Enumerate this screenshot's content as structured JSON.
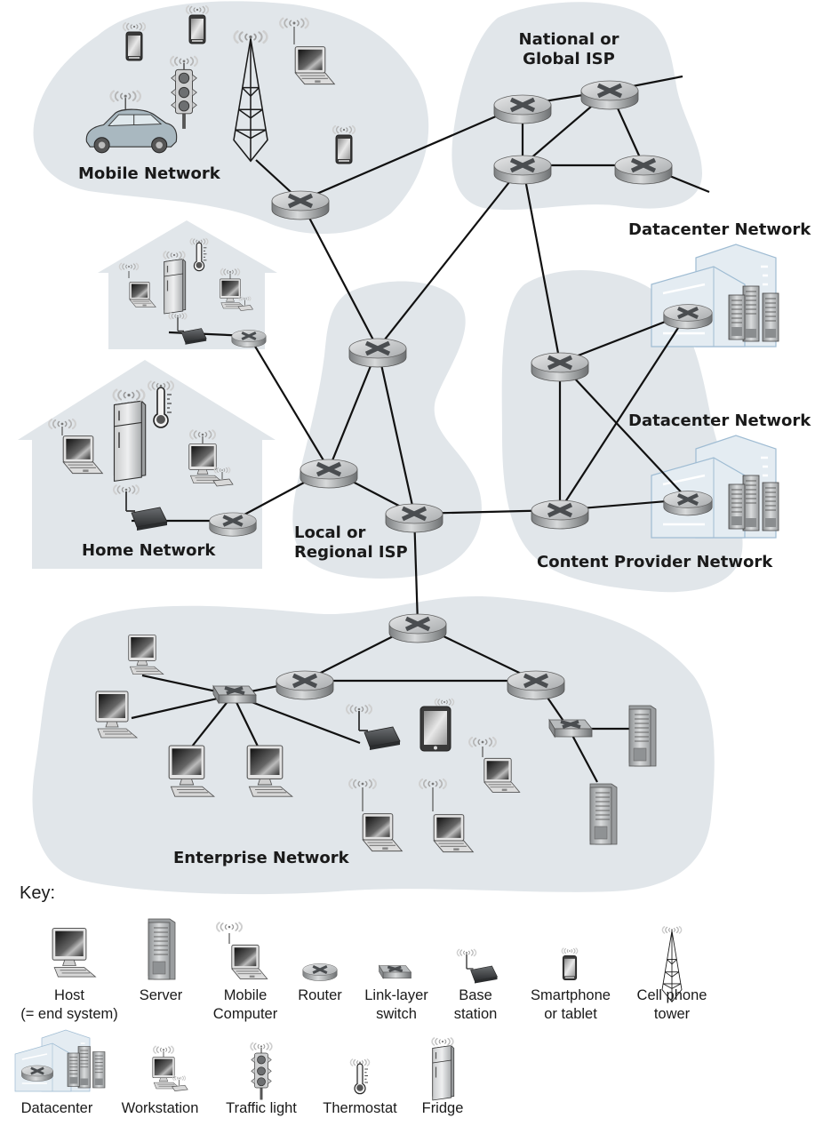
{
  "title": "Internet network components diagram",
  "colors": {
    "cloud": "#e1e6ea",
    "link": "#111111",
    "router": "#b9bcbe",
    "datacenter_outline": "#9fbcd3"
  },
  "regions": {
    "mobile": {
      "label": "Mobile Network"
    },
    "national_isp": {
      "label_line1": "National or",
      "label_line2": "Global ISP"
    },
    "datacenter_top": {
      "label": "Datacenter Network"
    },
    "datacenter_bottom": {
      "label": "Datacenter Network"
    },
    "home": {
      "label": "Home Network"
    },
    "regional_isp": {
      "label_line1": "Local or",
      "label_line2": "Regional ISP"
    },
    "content_provider": {
      "label": "Content Provider Network"
    },
    "enterprise": {
      "label": "Enterprise Network"
    }
  },
  "key": {
    "title": "Key:",
    "items": [
      {
        "icon": "host-icon",
        "line1": "Host",
        "line2": "(= end system)"
      },
      {
        "icon": "server-icon",
        "line1": "Server",
        "line2": ""
      },
      {
        "icon": "mobile-computer-icon",
        "line1": "Mobile",
        "line2": "Computer"
      },
      {
        "icon": "router-icon",
        "line1": "Router",
        "line2": ""
      },
      {
        "icon": "link-layer-switch-icon",
        "line1": "Link-layer",
        "line2": "switch"
      },
      {
        "icon": "base-station-icon",
        "line1": "Base",
        "line2": "station"
      },
      {
        "icon": "smartphone-icon",
        "line1": "Smartphone",
        "line2": "or tablet"
      },
      {
        "icon": "cell-tower-icon",
        "line1": "Cell phone",
        "line2": "tower"
      },
      {
        "icon": "datacenter-icon",
        "line1": "Datacenter",
        "line2": ""
      },
      {
        "icon": "workstation-icon",
        "line1": "Workstation",
        "line2": ""
      },
      {
        "icon": "traffic-light-icon",
        "line1": "Traffic light",
        "line2": ""
      },
      {
        "icon": "thermostat-icon",
        "line1": "Thermostat",
        "line2": ""
      },
      {
        "icon": "fridge-icon",
        "line1": "Fridge",
        "line2": ""
      }
    ]
  }
}
